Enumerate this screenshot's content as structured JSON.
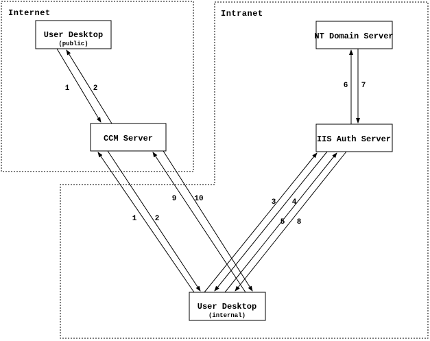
{
  "zones": {
    "internet": {
      "label": "Internet"
    },
    "intranet": {
      "label": "Intranet"
    }
  },
  "nodes": {
    "user_desktop_public": {
      "title": "User Desktop",
      "subtitle": "(public)"
    },
    "ccm_server": {
      "title": "CCM Server"
    },
    "nt_domain_server": {
      "title": "NT Domain Server"
    },
    "iis_auth_server": {
      "title": "IIS Auth Server"
    },
    "user_desktop_internal": {
      "title": "User Desktop",
      "subtitle": "(internal)"
    }
  },
  "edges": [
    {
      "label": "1",
      "from": "User Desktop (public)",
      "to": "CCM Server"
    },
    {
      "label": "2",
      "from": "CCM Server",
      "to": "User Desktop (public)"
    },
    {
      "label": "1",
      "from": "User Desktop (internal)",
      "to": "CCM Server"
    },
    {
      "label": "2",
      "from": "CCM Server",
      "to": "User Desktop (internal)"
    },
    {
      "label": "9",
      "from": "User Desktop (internal)",
      "to": "CCM Server"
    },
    {
      "label": "10",
      "from": "CCM Server",
      "to": "User Desktop (internal)"
    },
    {
      "label": "3",
      "from": "User Desktop (internal)",
      "to": "IIS Auth Server"
    },
    {
      "label": "4",
      "from": "IIS Auth Server",
      "to": "User Desktop (internal)"
    },
    {
      "label": "5",
      "from": "User Desktop (internal)",
      "to": "IIS Auth Server"
    },
    {
      "label": "8",
      "from": "IIS Auth Server",
      "to": "User Desktop (internal)"
    },
    {
      "label": "6",
      "from": "IIS Auth Server",
      "to": "NT Domain Server"
    },
    {
      "label": "7",
      "from": "NT Domain Server",
      "to": "IIS Auth Server"
    }
  ],
  "colors": {
    "line": "#000000",
    "background": "#ffffff",
    "text": "#000000"
  }
}
